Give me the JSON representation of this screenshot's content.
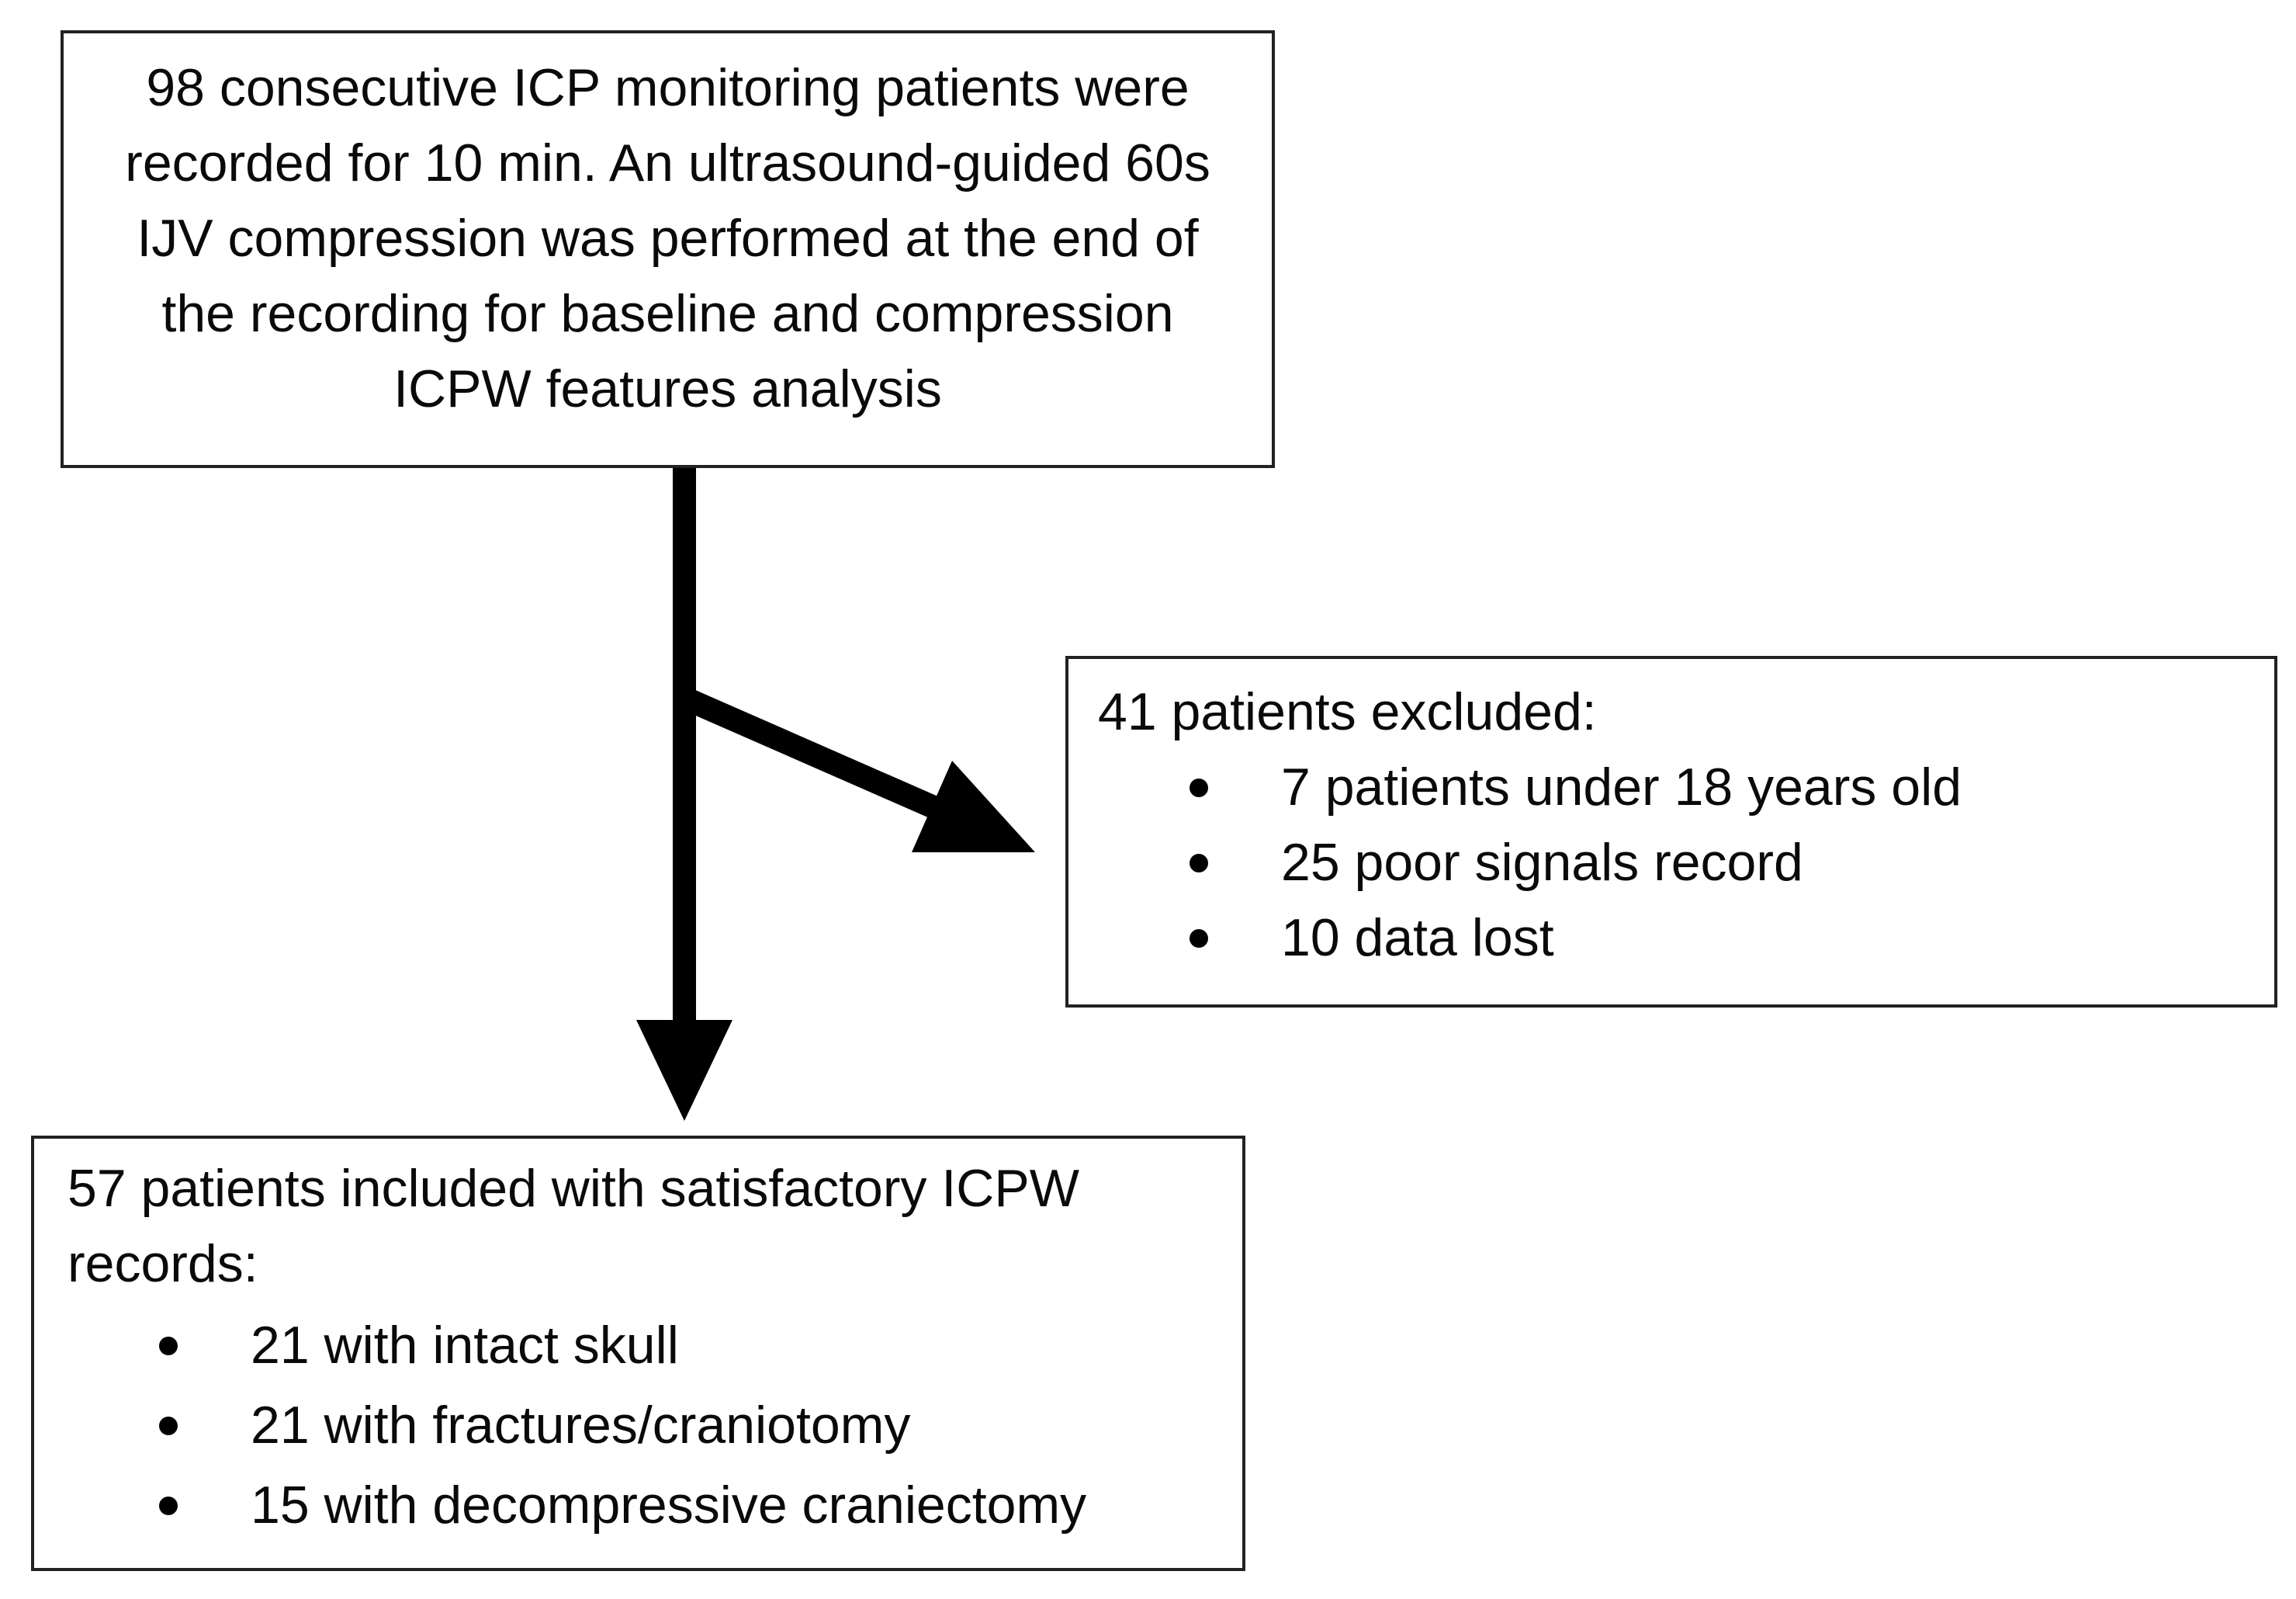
{
  "figure": {
    "colors": {
      "background": "#ffffff",
      "ink": "#000000",
      "box_border": "#222222"
    },
    "boxes": {
      "initial": {
        "text_lines": [
          "98 consecutive ICP monitoring patients were",
          "recorded for 10 min. An ultrasound-guided 60s",
          "IJV compression was performed at the end of",
          "the recording for baseline and compression",
          "ICPW features analysis"
        ]
      },
      "excluded": {
        "heading": "41 patients excluded:",
        "bullets": [
          "7 patients under 18 years old",
          "25 poor signals record",
          "10 data lost"
        ]
      },
      "included": {
        "heading_lines": [
          "57 patients included with satisfactory ICPW",
          "records:"
        ],
        "bullets": [
          "21 with intact skull",
          "21 with fractures/craniotomy",
          "15 with decompressive craniectomy"
        ]
      }
    },
    "arrows": [
      {
        "name": "arrow-down",
        "from": "initial",
        "to": "included"
      },
      {
        "name": "arrow-branch",
        "from": "initial",
        "to": "excluded"
      }
    ]
  }
}
